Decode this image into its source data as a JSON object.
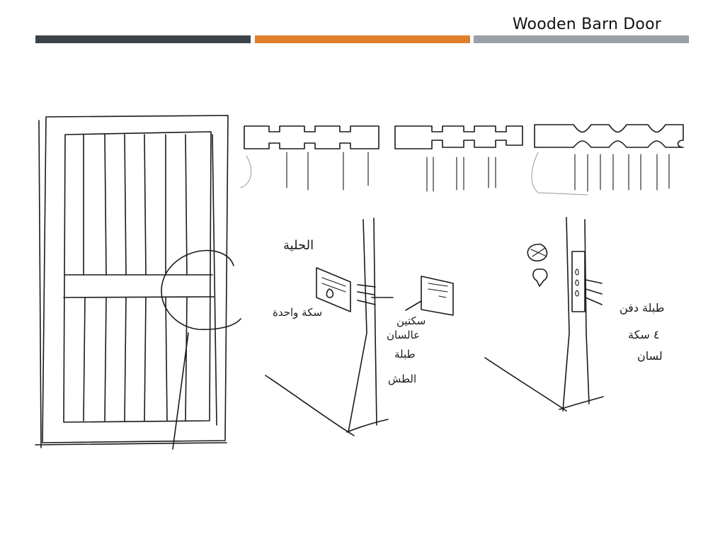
{
  "slide": {
    "title": "Wooden Barn Door"
  },
  "header_bars": [
    {
      "color": "#3d4449"
    },
    {
      "color": "#e07f2b"
    },
    {
      "color": "#9aa0a6"
    }
  ],
  "sketch": {
    "labels": [
      "الحلية",
      "سكة واحدة",
      "سكتين",
      "عالسان",
      "طبلة",
      "الطش",
      "طبلة دفن",
      "٤ سكة",
      "لسان"
    ]
  }
}
